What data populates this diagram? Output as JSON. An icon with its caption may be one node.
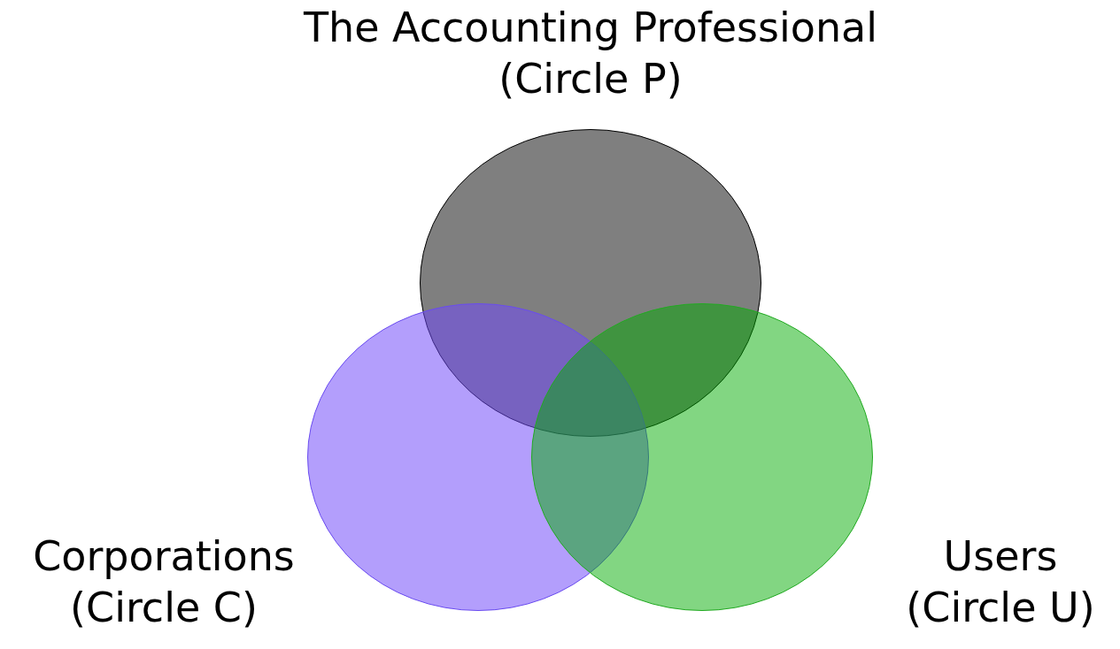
{
  "diagram": {
    "nodes": [
      {
        "text": [
          "The Accounting Professional (Circle P)"
        ]
      },
      {
        "text": [
          "Corporations (Circle C)"
        ]
      },
      {
        "text": [
          "Users (Circle U)"
        ]
      }
    ]
  }
}
